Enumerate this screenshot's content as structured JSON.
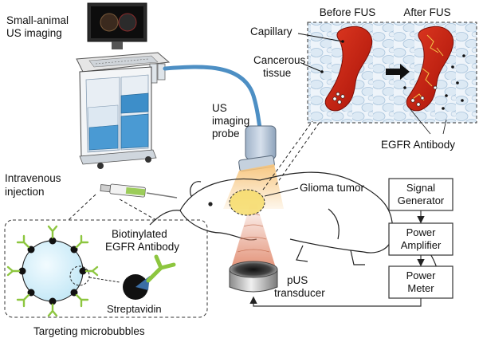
{
  "labels": {
    "us_system": [
      "Small-animal",
      "US imaging"
    ],
    "probe": [
      "US",
      "imaging",
      "probe"
    ],
    "injection": [
      "Intravenous",
      "injection"
    ],
    "capillary": "Capillary",
    "tissue": [
      "Cancerous",
      "tissue"
    ],
    "before": "Before FUS",
    "after": "After FUS",
    "egfr_antibody": "EGFR Antibody",
    "glioma": "Glioma tumor",
    "biotinylated": [
      "Biotinylated",
      "EGFR Antibody"
    ],
    "streptavidin": "Streptavidin",
    "targeting": "Targeting microbubbles",
    "transducer": [
      "pUS",
      "transducer"
    ]
  },
  "chain": [
    [
      "Signal",
      "Generator"
    ],
    [
      "Power",
      "Amplifier"
    ],
    [
      "Power",
      "Meter"
    ]
  ],
  "colors": {
    "vessel": "#c8190e",
    "vessel_dark": "#8a0e06",
    "cell_fill": "#e3eef7",
    "cell_stroke": "#a9c4dc",
    "antibody": "#8dc63f",
    "probe_body": "#b9c7d8",
    "beam": "#f3b66a",
    "cable": "#4d8fc4"
  }
}
